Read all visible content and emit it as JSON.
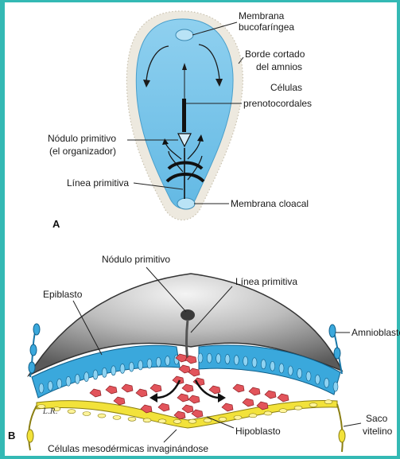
{
  "panel_a": {
    "letter": "A",
    "labels": {
      "membrana_bucofaringea_1": "Membrana",
      "membrana_bucofaringea_2": "bucofaríngea",
      "borde_cortado_1": "Borde cortado",
      "borde_cortado_2": "del amnios",
      "celulas_prenotocordales_1": "Células",
      "celulas_prenotocordales_2": "prenotocordales",
      "nodulo_primitivo_1": "Nódulo primitivo",
      "nodulo_primitivo_2": "(el organizador)",
      "linea_primitiva": "Línea primitiva",
      "membrana_cloacal": "Membrana cloacal"
    }
  },
  "panel_b": {
    "letter": "B",
    "signature": "L.R.",
    "labels": {
      "nodulo_primitivo": "Nódulo primitivo",
      "epiblasto": "Epiblasto",
      "linea_primitiva": "Línea primitiva",
      "amnioblastos": "Amnioblastos",
      "saco_vitelino_1": "Saco",
      "saco_vitelino_2": "vitelino",
      "hipoblasto": "Hipoblasto",
      "celulas_mesodermicas": "Células mesodérmicas invaginándose"
    }
  },
  "colors": {
    "frame": "#34b9b4",
    "embryonic_disc": "#7fc7ea",
    "amnion_edge": "#e9e5dc",
    "epiblast": "#3aa8dc",
    "mesoderm": "#e2545b",
    "hypoblast": "#f2e23a"
  }
}
